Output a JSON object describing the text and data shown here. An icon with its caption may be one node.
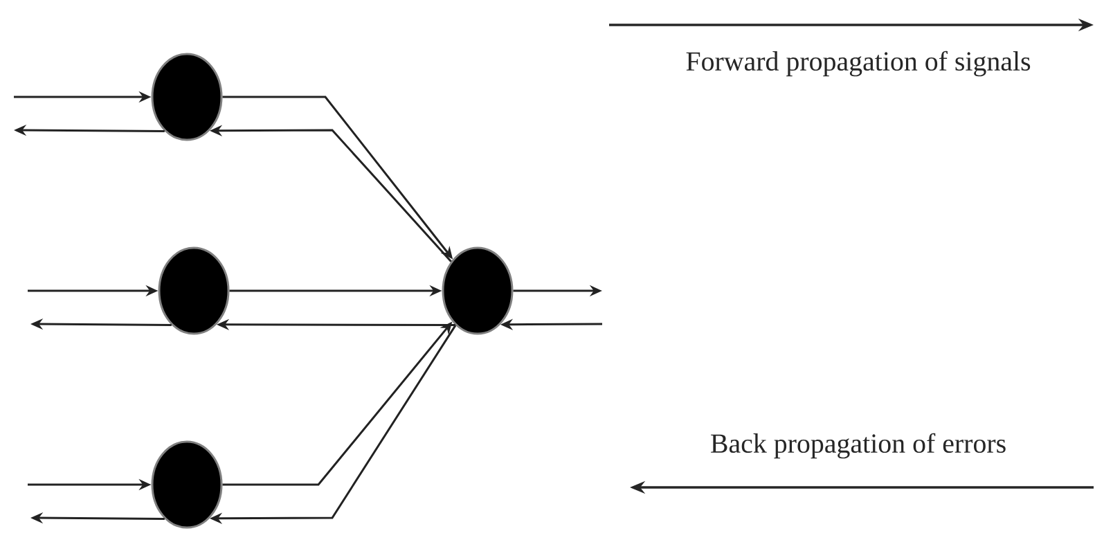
{
  "diagram": {
    "nodes": [
      {
        "text": [],
        "shape": "circle"
      },
      {
        "text": [],
        "shape": "circle"
      },
      {
        "text": [],
        "shape": "circle"
      },
      {
        "text": [],
        "shape": "circle"
      }
    ],
    "edges": [
      {
        "from": null,
        "to": 0,
        "arrow": "to"
      },
      {
        "from": 0,
        "to": 3,
        "arrow": "to"
      },
      {
        "from": 0,
        "to": null,
        "arrow": "to"
      },
      {
        "from": 3,
        "to": 0,
        "arrow": "to"
      },
      {
        "from": null,
        "to": 1,
        "arrow": "to"
      },
      {
        "from": 1,
        "to": 3,
        "arrow": "to"
      },
      {
        "from": 1,
        "to": null,
        "arrow": "to"
      },
      {
        "from": 3,
        "to": 1,
        "arrow": "to"
      },
      {
        "from": null,
        "to": 2,
        "arrow": "to"
      },
      {
        "from": 2,
        "to": 3,
        "arrow": "to"
      },
      {
        "from": 2,
        "to": null,
        "arrow": "to"
      },
      {
        "from": 3,
        "to": 2,
        "arrow": "to"
      },
      {
        "from": 3,
        "to": null,
        "arrow": "to"
      },
      {
        "from": null,
        "to": 3,
        "arrow": "to"
      }
    ],
    "legend": [
      {
        "text": "Forward propagation of signals"
      },
      {
        "text": "Back propagation of errors"
      }
    ]
  }
}
